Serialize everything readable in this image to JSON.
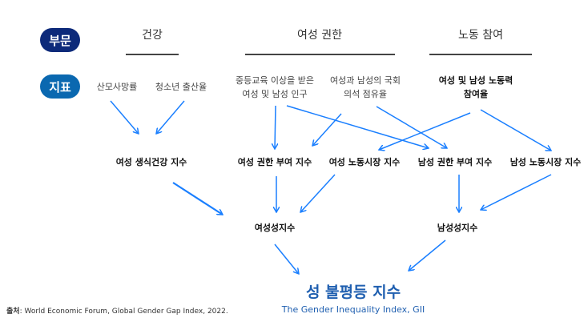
{
  "labels": {
    "sector": "부문",
    "indicator": "지표"
  },
  "sectors": [
    "건강",
    "여성 권한",
    "노동 참여"
  ],
  "indicators": [
    "산모사망률",
    "청소년 출산율",
    "중등교육 이상을 받은\n여성 및 남성 인구",
    "여성과 남성의 국회\n의석 점유율",
    "여성 및 남성 노동력\n참여율"
  ],
  "sub_indices": [
    "여성 생식건강 지수",
    "여성 권한 부여 지수",
    "여성 노동시장 지수",
    "남성 권한 부여 지수",
    "남성 노동시장 지수"
  ],
  "composite": [
    "여성성지수",
    "남성성지수"
  ],
  "title": "성 불평등 지수",
  "subtitle": "The Gender Inequality Index, GII",
  "source_label": "출처",
  "source_text": ": World Economic Forum, Global Gender Gap Index, 2022.",
  "colors": {
    "sector_badge": "#0d2a7a",
    "indicator_badge": "#0a68b0",
    "arrow": "#1a7fff",
    "title": "#1f5fb0"
  }
}
